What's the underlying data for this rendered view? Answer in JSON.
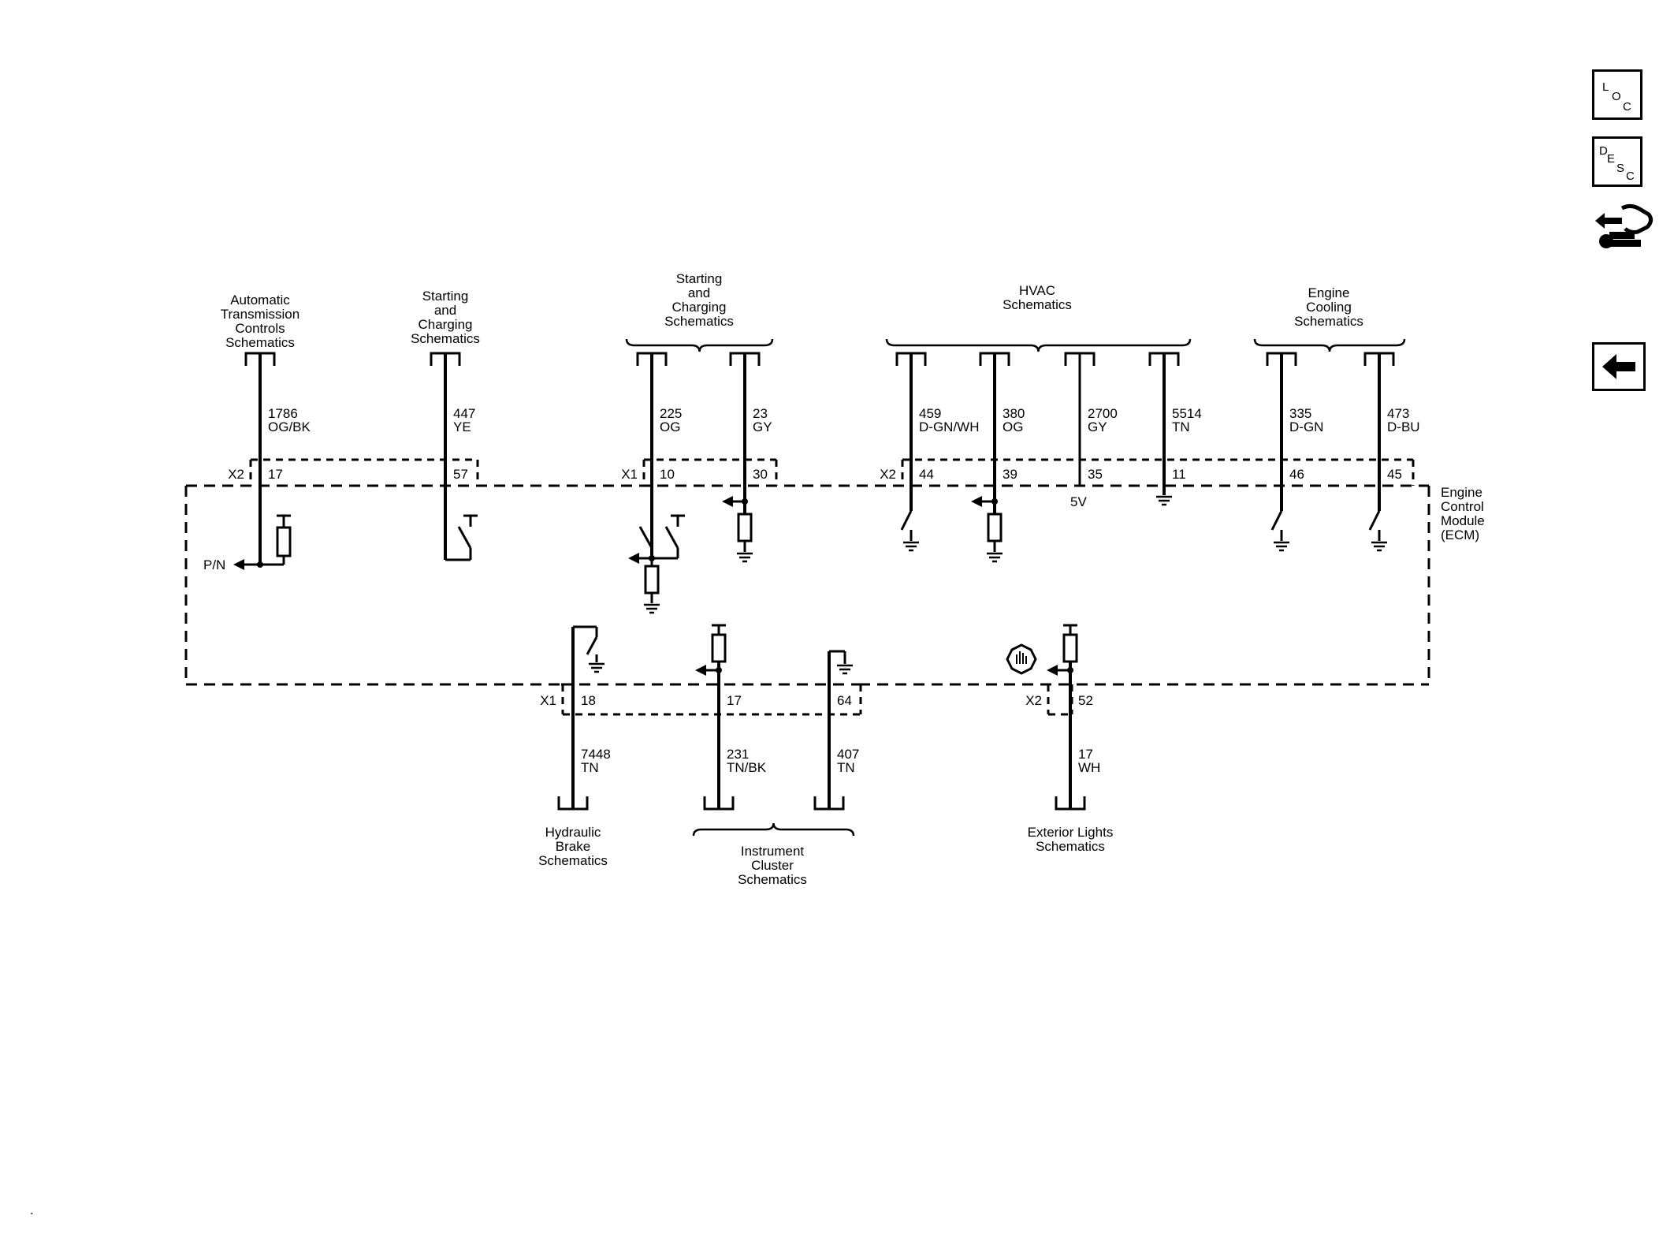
{
  "toolbar": {
    "loc_icon": [
      "L",
      "O",
      "C"
    ],
    "desc_icon": [
      "D",
      "E",
      "S",
      "C"
    ],
    "connector_icon": "connector-repair-icon",
    "back_icon": "arrow-left-icon"
  },
  "module": {
    "name_lines": [
      "Engine",
      "Control",
      "Module",
      "(ECM)"
    ],
    "pn_label": "P/N",
    "five_v_label": "5V"
  },
  "references": [
    {
      "id": "atc",
      "lines": [
        "Automatic",
        "Transmission",
        "Controls",
        "Schematics"
      ]
    },
    {
      "id": "sc1",
      "lines": [
        "Starting",
        "and",
        "Charging",
        "Schematics"
      ]
    },
    {
      "id": "sc2",
      "lines": [
        "Starting",
        "and",
        "Charging",
        "Schematics"
      ]
    },
    {
      "id": "hvac",
      "lines": [
        "HVAC",
        "Schematics"
      ]
    },
    {
      "id": "cool",
      "lines": [
        "Engine",
        "Cooling",
        "Schematics"
      ]
    },
    {
      "id": "brake",
      "lines": [
        "Hydraulic",
        "Brake",
        "Schematics"
      ]
    },
    {
      "id": "cluster",
      "lines": [
        "Instrument",
        "Cluster",
        "Schematics"
      ]
    },
    {
      "id": "lights",
      "lines": [
        "Exterior Lights",
        "Schematics"
      ]
    }
  ],
  "connectors": {
    "top_left": [
      "X2",
      "X1",
      "X2"
    ],
    "bottom_left": [
      "X1",
      "X2"
    ]
  },
  "circuits": [
    {
      "id": "c1786",
      "wire": "1786",
      "color": "OG/BK",
      "pin": "17"
    },
    {
      "id": "c447",
      "wire": "447",
      "color": "YE",
      "pin": "57"
    },
    {
      "id": "c225",
      "wire": "225",
      "color": "OG",
      "pin": "10"
    },
    {
      "id": "c23",
      "wire": "23",
      "color": "GY",
      "pin": "30"
    },
    {
      "id": "c459",
      "wire": "459",
      "color": "D-GN/WH",
      "pin": "44"
    },
    {
      "id": "c380",
      "wire": "380",
      "color": "OG",
      "pin": "39"
    },
    {
      "id": "c2700",
      "wire": "2700",
      "color": "GY",
      "pin": "35"
    },
    {
      "id": "c5514",
      "wire": "5514",
      "color": "TN",
      "pin": "11"
    },
    {
      "id": "c335",
      "wire": "335",
      "color": "D-GN",
      "pin": "46"
    },
    {
      "id": "c473",
      "wire": "473",
      "color": "D-BU",
      "pin": "45"
    },
    {
      "id": "c7448",
      "wire": "7448",
      "color": "TN",
      "pin": "18"
    },
    {
      "id": "c231",
      "wire": "231",
      "color": "TN/BK",
      "pin": "17"
    },
    {
      "id": "c407",
      "wire": "407",
      "color": "TN",
      "pin": "64"
    },
    {
      "id": "c17",
      "wire": "17",
      "color": "WH",
      "pin": "52"
    }
  ],
  "footer_mark": "."
}
